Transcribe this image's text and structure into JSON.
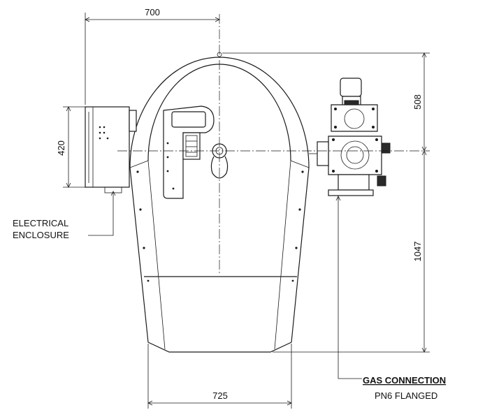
{
  "dimensions": {
    "top_width": "700",
    "right_upper_height": "508",
    "left_enclosure_height": "420",
    "right_lower_height": "1047",
    "bottom_width": "725"
  },
  "labels": {
    "electrical_line1": "ELECTRICAL",
    "electrical_line2": "ENCLOSURE",
    "gas_title": "GAS CONNECTION",
    "gas_subtitle": "PN6 FLANGED"
  },
  "colors": {
    "line": "#1a1a1a",
    "background": "#ffffff"
  }
}
